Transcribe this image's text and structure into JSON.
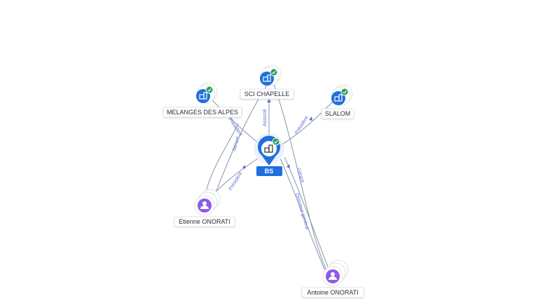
{
  "nodes": {
    "center": {
      "label": "BS",
      "type": "company",
      "verified": true
    },
    "melanges": {
      "label": "MELANGES DES ALPES",
      "type": "company",
      "verified": true
    },
    "sci": {
      "label": "SCI CHAPELLE",
      "type": "company",
      "verified": true
    },
    "slalom": {
      "label": "SLALOM",
      "type": "company",
      "verified": true
    },
    "etienne": {
      "label": "Etienne ONORATI",
      "type": "person"
    },
    "antoine": {
      "label": "Antoine ONORATI",
      "type": "person"
    }
  },
  "edges": {
    "sci_center": "Associé",
    "center_slalom": "Président",
    "etienne_melanges": "Gérant",
    "melanges_center": "Président",
    "etienne_center": "Président",
    "antoine_center_1": "Gérant",
    "antoine_center_2": "Directeur général"
  },
  "colors": {
    "company": "#1f6fe0",
    "person": "#8d5ce6",
    "verified": "#1f9d55",
    "edge_label": "#5b6fd6"
  },
  "icons": {
    "company": "building-icon",
    "person": "user-icon",
    "verified": "check-badge-icon"
  }
}
